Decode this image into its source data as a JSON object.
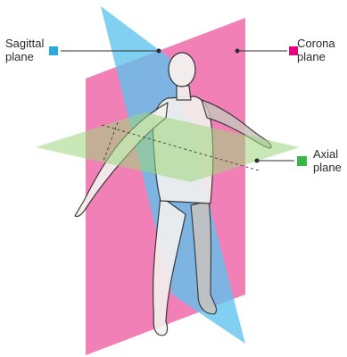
{
  "labels": {
    "sagittal": {
      "line1": "Sagittal",
      "line2": "plane",
      "color": "#29abe2"
    },
    "coronal": {
      "line1": "Corona",
      "line2": "plane",
      "color": "#e6007e"
    },
    "axial": {
      "line1": "Axial",
      "line2": "plane",
      "color": "#39b54a"
    }
  },
  "colors": {
    "sagittal_plane": "#5ec3ee",
    "coronal_plane": "#ee6aaa",
    "axial_plane": "#9cd67c",
    "figure": "#f4f2ef",
    "outline": "#2b2b2b"
  }
}
